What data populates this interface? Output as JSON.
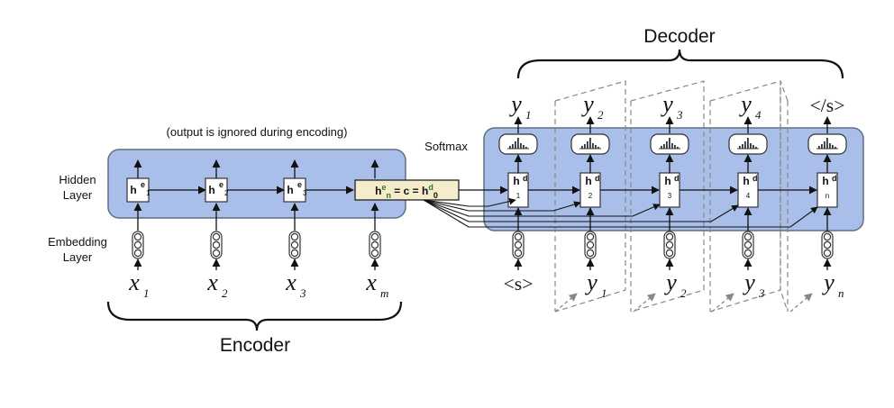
{
  "labels": {
    "decoder": "Decoder",
    "encoder": "Encoder",
    "hidden_layer_1": "Hidden",
    "hidden_layer_2": "Layer",
    "embedding_layer_1": "Embedding",
    "embedding_layer_2": "Layer",
    "softmax": "Softmax",
    "output_note": "(output is ignored during encoding)"
  },
  "encoder": {
    "hidden": [
      {
        "base": "h",
        "sup": "e",
        "sub": "1"
      },
      {
        "base": "h",
        "sup": "e",
        "sub": "2"
      },
      {
        "base": "h",
        "sup": "e",
        "sub": "3"
      }
    ],
    "inputs": [
      {
        "base": "x",
        "sub": "1"
      },
      {
        "base": "x",
        "sub": "2"
      },
      {
        "base": "x",
        "sub": "3"
      },
      {
        "base": "x",
        "sub": "m"
      }
    ],
    "context": {
      "lhs_base": "h",
      "lhs_sup": "e",
      "lhs_sub": "n",
      "eq1": " = ",
      "c": "c",
      "eq2": " = ",
      "rhs_base": "h",
      "rhs_sup": "d",
      "rhs_sub": "0"
    }
  },
  "decoder": {
    "hidden": [
      {
        "base": "h",
        "sup": "d",
        "sub": "1"
      },
      {
        "base": "h",
        "sup": "d",
        "sub": "2"
      },
      {
        "base": "h",
        "sup": "d",
        "sub": "3"
      },
      {
        "base": "h",
        "sup": "d",
        "sub": "4"
      },
      {
        "base": "h",
        "sup": "d",
        "sub": "n"
      }
    ],
    "outputs": [
      {
        "base": "y",
        "sub": "1"
      },
      {
        "base": "y",
        "sub": "2"
      },
      {
        "base": "y",
        "sub": "3"
      },
      {
        "base": "y",
        "sub": "4"
      },
      {
        "base": "</s>",
        "sub": ""
      }
    ],
    "inputs": [
      {
        "base": "<s>",
        "sub": ""
      },
      {
        "base": "y",
        "sub": "1"
      },
      {
        "base": "y",
        "sub": "2"
      },
      {
        "base": "y",
        "sub": "3"
      },
      {
        "base": "y",
        "sub": "n"
      }
    ]
  },
  "colors": {
    "layer_fill": "#a9bfe9",
    "layer_stroke": "#5f6f86",
    "context_fill": "#f4eccb",
    "context_stroke": "#222222",
    "context_text": "#2c7d1a",
    "node_fill": "#ffffff",
    "line": "#111111",
    "dashed": "#888888"
  }
}
